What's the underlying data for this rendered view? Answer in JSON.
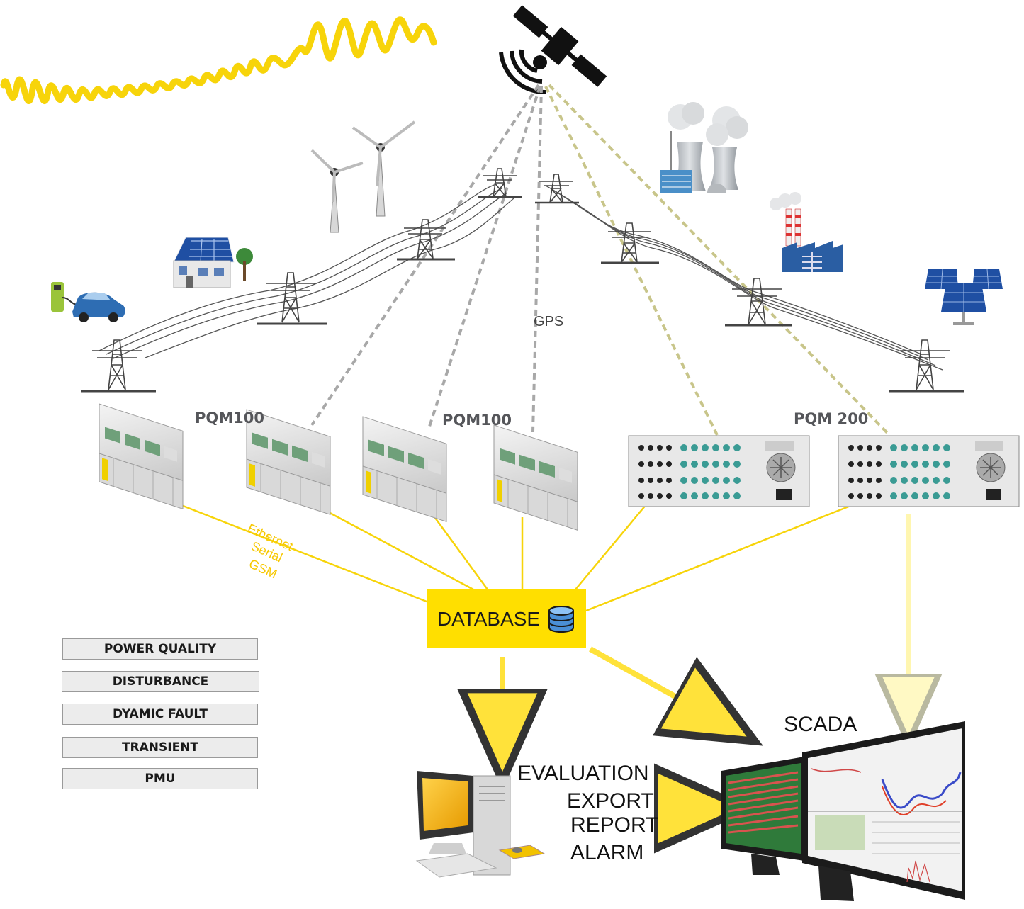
{
  "gps": {
    "label": "GPS"
  },
  "devices": {
    "pqm100_left": "PQM100",
    "pqm100_mid": "PQM100",
    "pqm200": "PQM 200"
  },
  "comm": {
    "lines": [
      "Ethernet",
      "Serial",
      "GSM"
    ]
  },
  "database": {
    "label": "DATABASE",
    "icon": "database-icon"
  },
  "legend": {
    "items": [
      "POWER QUALITY",
      "DISTURBANCE",
      "DYAMIC FAULT",
      "TRANSIENT",
      "PMU"
    ]
  },
  "outputs": {
    "evaluation": "EVALUATION",
    "export": "EXPORT",
    "report": "REPORT",
    "alarm": "ALARM",
    "scada": "SCADA"
  },
  "colors": {
    "accent_yellow": "#ffdf00",
    "wave_yellow": "#f7d40a",
    "gps_dash": "#a8a8a8",
    "gps_dash_olive": "#c8c58a",
    "label_gray": "#55565a",
    "solar_blue": "#1f4fa3"
  }
}
